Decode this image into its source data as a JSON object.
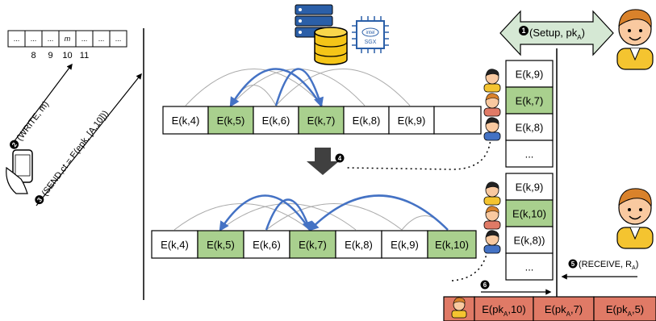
{
  "colors": {
    "green": "#a9d08e",
    "setup_arrow": "#d5e8d4",
    "red": "#e07a66",
    "blue": "#4472c4",
    "gray": "#aaaaaa"
  },
  "mem": {
    "cells": [
      "...",
      "...",
      "...",
      "m",
      "...",
      "...",
      "..."
    ],
    "indices": [
      "8",
      "9",
      "10",
      "11"
    ]
  },
  "labels": {
    "step1": "(Setup, pk",
    "step1_sub": "A",
    "step1_close": ")",
    "step2": "(WRITE, m)",
    "step3": "(SEND,ct = E(epk, [A,10]))",
    "step5": "(RECEIVE, R",
    "step5_sub": "A",
    "step5_close": ")",
    "num1": "1",
    "num2": "2",
    "num3": "3",
    "num4": "4",
    "num5": "5",
    "num6": "6",
    "sgx": "SGX",
    "intel": "intel"
  },
  "top_row": [
    "E(k,4)",
    "E(k,5)",
    "E(k,6)",
    "E(k,7)",
    "E(k,8)",
    "E(k,9)",
    ""
  ],
  "top_row_green": [
    false,
    true,
    false,
    true,
    false,
    false,
    false
  ],
  "bottom_row": [
    "E(k,4)",
    "E(k,5)",
    "E(k,6)",
    "E(k,7)",
    "E(k,8)",
    "E(k,9)",
    "E(k,10)"
  ],
  "bottom_row_green": [
    false,
    true,
    false,
    true,
    false,
    false,
    true
  ],
  "queue_top": [
    "E(k,9)",
    "E(k,7)",
    "E(k,8)",
    "..."
  ],
  "queue_top_green": [
    false,
    true,
    false,
    false
  ],
  "queue_bottom": [
    "E(k,9)",
    "E(k,10)",
    "E(k,8))",
    "..."
  ],
  "queue_bottom_green": [
    false,
    true,
    false,
    false
  ],
  "result": {
    "cells": [
      {
        "pre": "E(pk",
        "sub": "A",
        "post": ",10)"
      },
      {
        "pre": "E(pk",
        "sub": "A",
        "post": ",7)"
      },
      {
        "pre": "E(pk",
        "sub": "A",
        "post": ",5)"
      }
    ]
  }
}
